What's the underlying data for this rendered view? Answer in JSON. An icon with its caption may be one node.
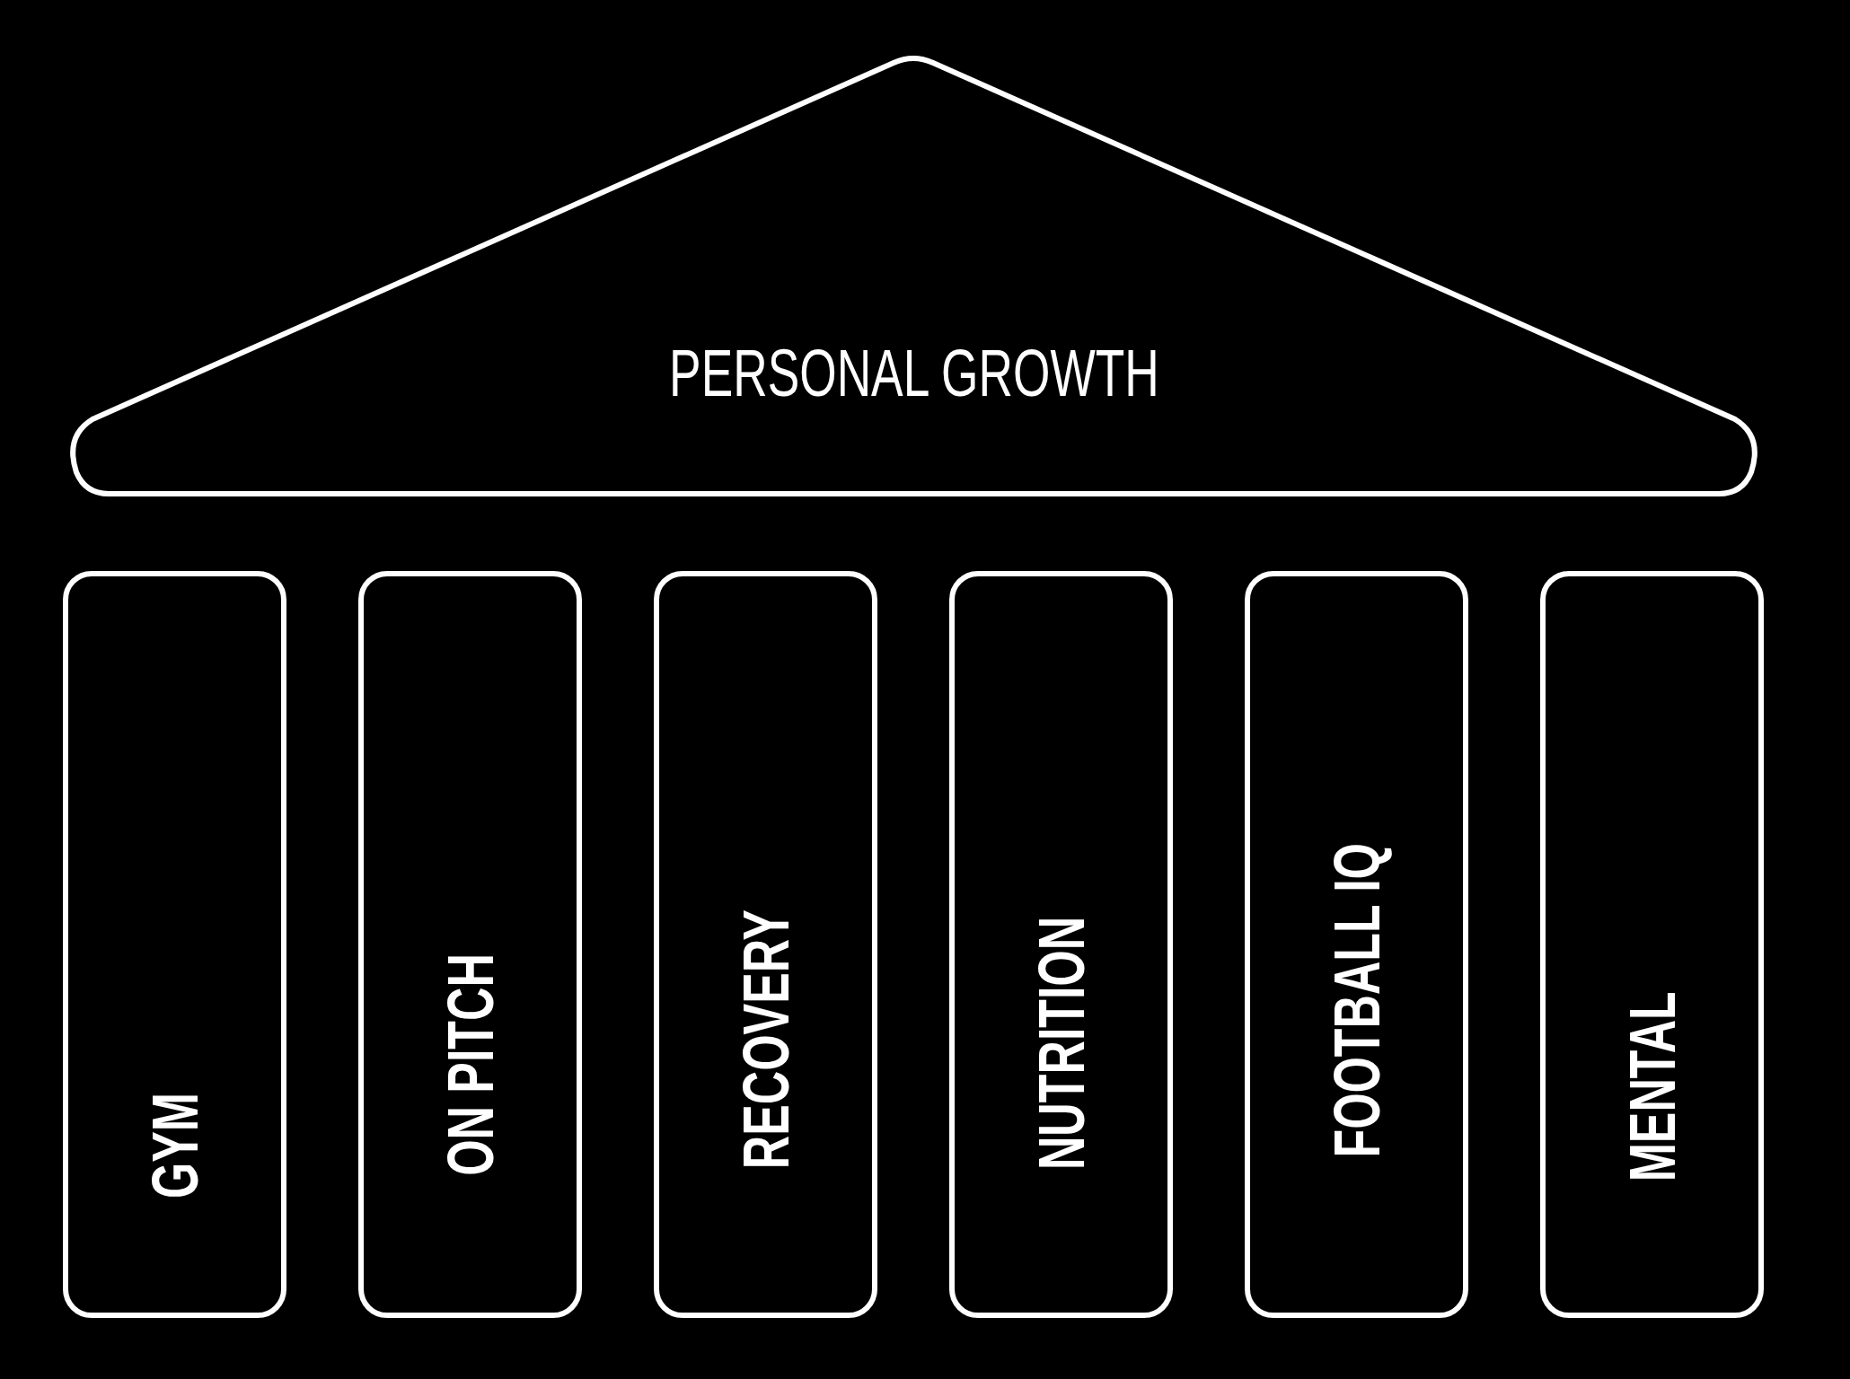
{
  "diagram": {
    "nodes": [
      {
        "text": [
          "PERSONAL GROWTH"
        ]
      },
      {
        "text": [
          "GYM"
        ]
      },
      {
        "text": [
          "ON PITCH"
        ]
      },
      {
        "text": [
          "RECOVERY"
        ]
      },
      {
        "text": [
          "NUTRITION"
        ]
      },
      {
        "text": [
          "FOOTBALL IQ"
        ]
      },
      {
        "text": [
          "MENTAL"
        ]
      }
    ]
  }
}
